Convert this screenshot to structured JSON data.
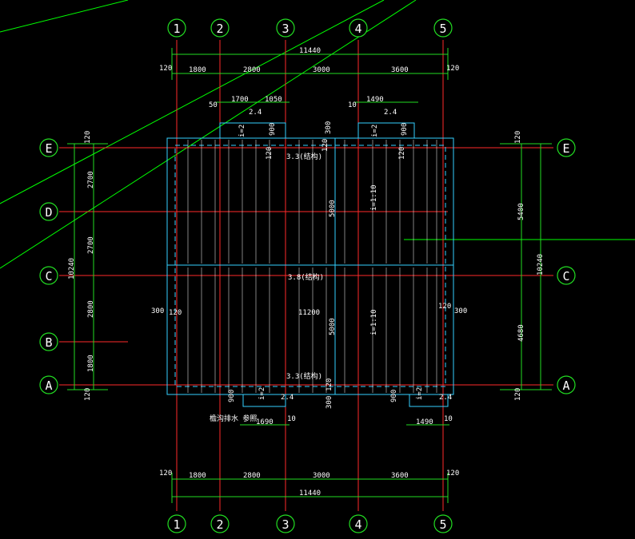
{
  "colors": {
    "background": "#000000",
    "axis_line": "#ff2a2a",
    "dimension": "#22dd22",
    "outline": "#33d0ff",
    "text": "#ffffff",
    "green_line": "#00ff00"
  },
  "axes": {
    "vertical": [
      "1",
      "2",
      "3",
      "4",
      "5"
    ],
    "horizontal": [
      "E",
      "D",
      "C",
      "B",
      "A"
    ]
  },
  "dims": {
    "top_total": "11440",
    "top_spans": [
      "1800",
      "2800",
      "3000",
      "3600"
    ],
    "top_edge": "120",
    "top_notch": {
      "a": "50",
      "b": "1700",
      "c": "1050",
      "d": "10",
      "e": "1490"
    },
    "bottom_total": "11440",
    "bottom_spans": [
      "1800",
      "2800",
      "3000",
      "3600"
    ],
    "bottom_edge": "120",
    "bottom_notch": {
      "a": "1690",
      "b": "10",
      "c": "1490",
      "d": "10"
    },
    "left_total": "10240",
    "left_spans": [
      "2700",
      "2700",
      "2800",
      "1800"
    ],
    "left_edge": "120",
    "right_total": "10240",
    "right_spans": [
      "5400",
      "4680"
    ],
    "right_edge": "120"
  },
  "labels": {
    "n120": "120",
    "n900": "900",
    "n300": "300",
    "n2_4": "2.4",
    "slope_small": "i=2",
    "elev_top": "3.3(结构)",
    "elev_mid": "3.8(结构)",
    "elev_bot": "3.3(结构)",
    "n5000": "5000",
    "n11200": "11200",
    "slope": "i=1:10",
    "drain_note": "檐沟排水 参照"
  }
}
